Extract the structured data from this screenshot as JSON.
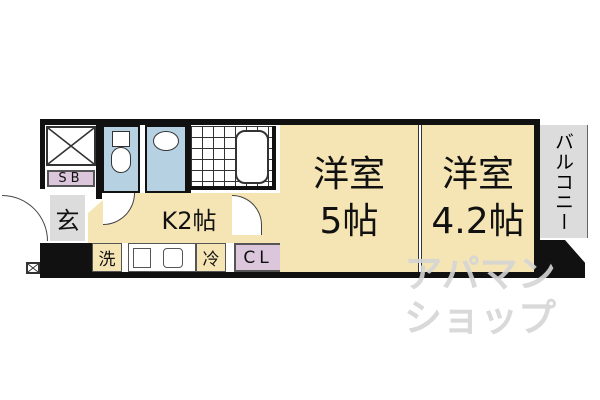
{
  "rooms": {
    "western_room_1": {
      "name": "洋室",
      "size": "5帖"
    },
    "western_room_2": {
      "name": "洋室",
      "size": "4.2帖"
    },
    "kitchen": {
      "label": "K2帖"
    },
    "entrance": {
      "label": "玄"
    },
    "shoe_box": {
      "label": "SB"
    },
    "closet": {
      "label": "CL"
    },
    "washer": {
      "label": "洗"
    },
    "fridge": {
      "label": "冷"
    },
    "balcony": {
      "label": "バルコニー"
    }
  },
  "watermark": {
    "line1": "アパマン",
    "line2": "ショップ"
  },
  "colors": {
    "room": "#f6e5b4",
    "wet_area": "#b5d1e2",
    "storage": "#dcc6dc",
    "balcony": "#dcdcdc"
  }
}
